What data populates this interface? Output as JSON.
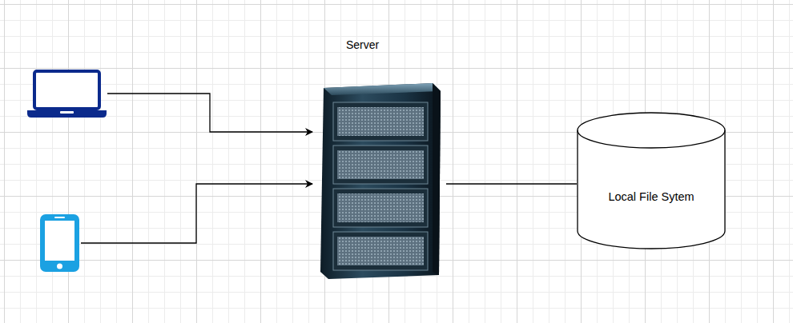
{
  "diagram": {
    "nodes": [
      {
        "text": []
      },
      {
        "text": []
      },
      {
        "text": [
          "Server"
        ]
      },
      {
        "text": [
          "Local File Sytem"
        ]
      }
    ],
    "edges": [
      {
        "from": 0,
        "to": 2,
        "arrow": "to"
      },
      {
        "from": 1,
        "to": 2,
        "arrow": "to"
      },
      {
        "from": 2,
        "to": 3,
        "arrow": "none"
      }
    ]
  }
}
